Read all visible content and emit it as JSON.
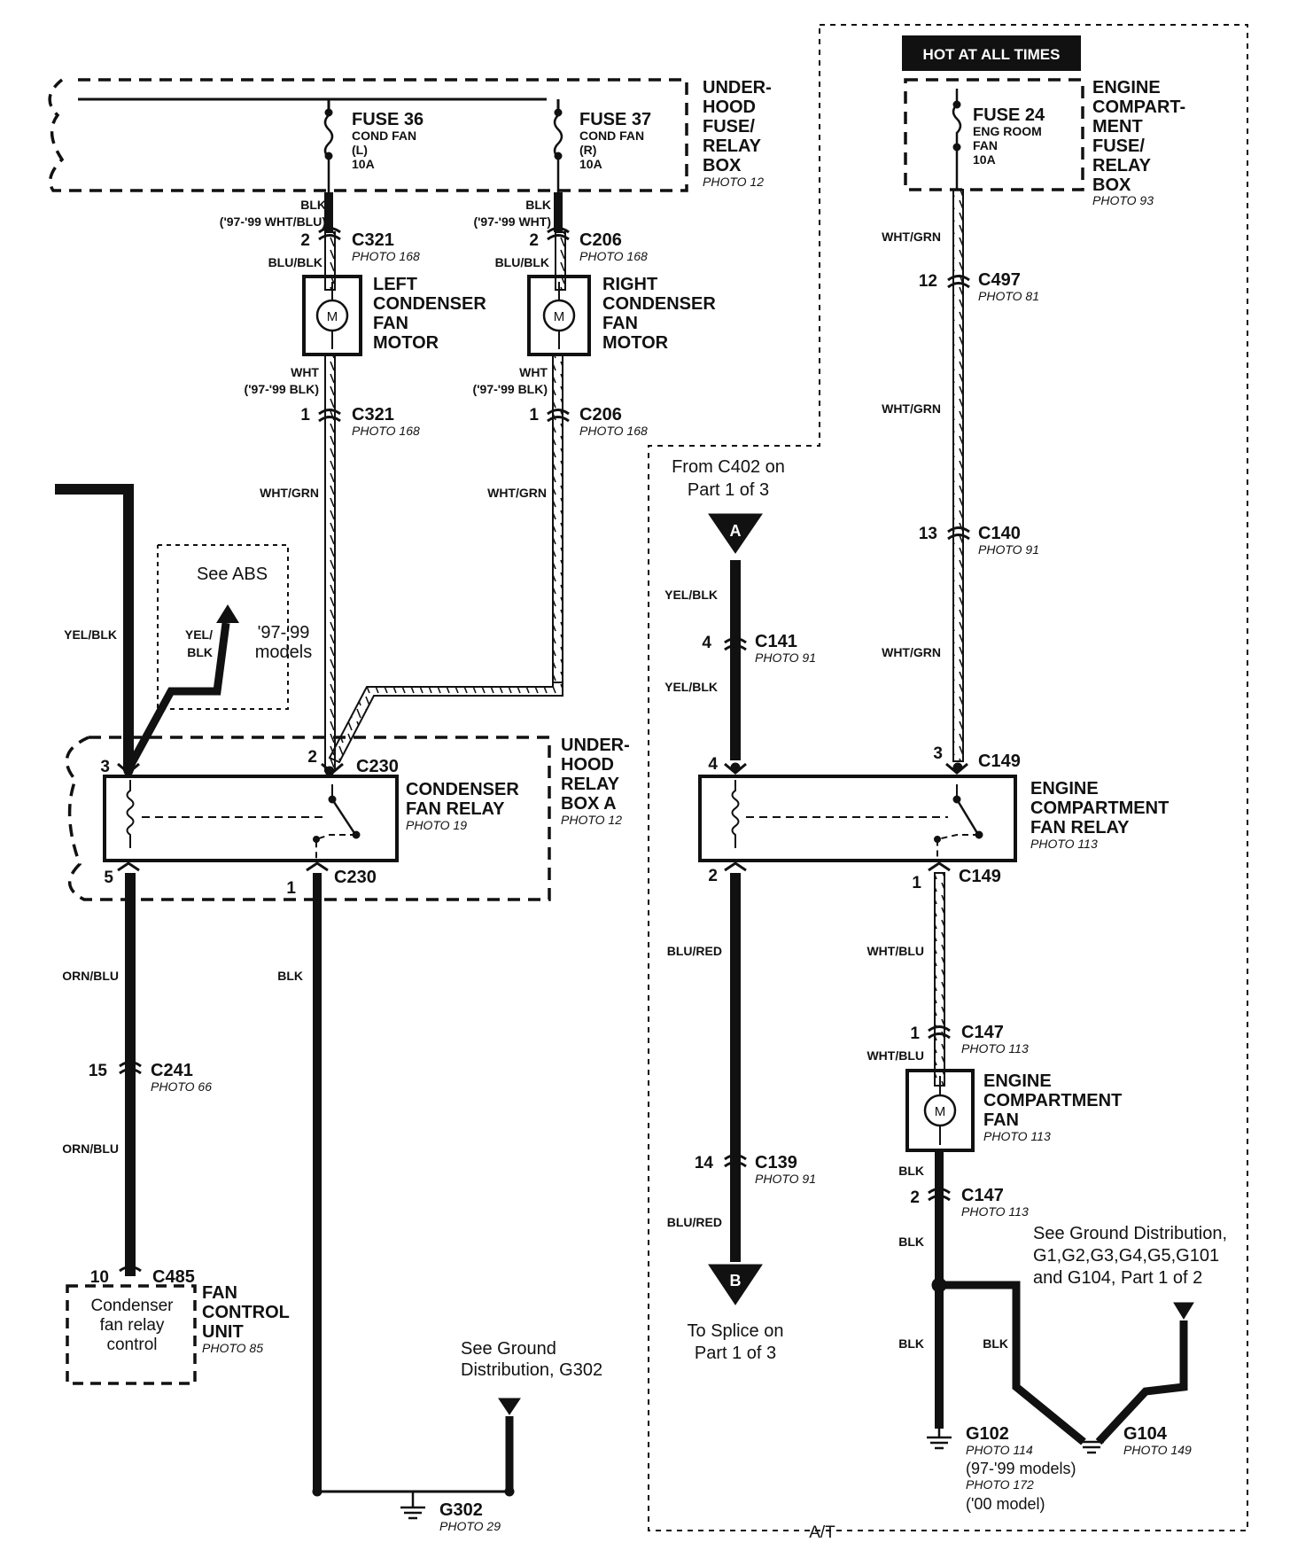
{
  "header": {
    "hot_at_all_times": "HOT AT ALL TIMES",
    "footer_at": "A/T"
  },
  "boxes": {
    "underhood_fuse_relay": {
      "l1": "UNDER-",
      "l2": "HOOD",
      "l3": "FUSE/",
      "l4": "RELAY",
      "l5": "BOX",
      "photo": "PHOTO 12"
    },
    "engine_compartment_fuse_relay": {
      "l1": "ENGINE",
      "l2": "COMPART-",
      "l3": "MENT",
      "l4": "FUSE/",
      "l5": "RELAY",
      "l6": "BOX",
      "photo": "PHOTO 93"
    },
    "underhood_relay_box_a": {
      "l1": "UNDER-",
      "l2": "HOOD",
      "l3": "RELAY",
      "l4": "BOX A",
      "photo": "PHOTO 12"
    }
  },
  "fuses": {
    "f36": {
      "name": "FUSE 36",
      "l1": "COND FAN",
      "l2": "(L)",
      "l3": "10A"
    },
    "f37": {
      "name": "FUSE 37",
      "l1": "COND FAN",
      "l2": "(R)",
      "l3": "10A"
    },
    "f24": {
      "name": "FUSE 24",
      "l1": "ENG ROOM",
      "l2": "FAN",
      "l3": "10A"
    }
  },
  "components": {
    "left_motor": {
      "l1": "LEFT",
      "l2": "CONDENSER",
      "l3": "FAN",
      "l4": "MOTOR",
      "glyph": "M"
    },
    "right_motor": {
      "l1": "RIGHT",
      "l2": "CONDENSER",
      "l3": "FAN",
      "l4": "MOTOR",
      "glyph": "M"
    },
    "cond_relay": {
      "l1": "CONDENSER",
      "l2": "FAN RELAY",
      "photo": "PHOTO 19"
    },
    "eng_relay": {
      "l1": "ENGINE",
      "l2": "COMPARTMENT",
      "l3": "FAN RELAY",
      "photo": "PHOTO 113"
    },
    "eng_fan": {
      "l1": "ENGINE",
      "l2": "COMPARTMENT",
      "l3": "FAN",
      "photo": "PHOTO 113",
      "glyph": "M"
    },
    "fan_control": {
      "i1": "Condenser",
      "i2": "fan relay",
      "i3": "control",
      "l1": "FAN",
      "l2": "CONTROL",
      "l3": "UNIT",
      "photo": "PHOTO 85"
    }
  },
  "connectors": {
    "c321_top": {
      "pin": "2",
      "name": "C321",
      "photo": "PHOTO 168"
    },
    "c321_bot": {
      "pin": "1",
      "name": "C321",
      "photo": "PHOTO 168"
    },
    "c206_top": {
      "pin": "2",
      "name": "C206",
      "photo": "PHOTO 168"
    },
    "c206_bot": {
      "pin": "1",
      "name": "C206",
      "photo": "PHOTO 168"
    },
    "c497": {
      "pin": "12",
      "name": "C497",
      "photo": "PHOTO 81"
    },
    "c140": {
      "pin": "13",
      "name": "C140",
      "photo": "PHOTO 91"
    },
    "c141": {
      "pin": "4",
      "name": "C141",
      "photo": "PHOTO 91"
    },
    "c149_top": {
      "pin_a": "4",
      "pin_b": "3",
      "name": "C149"
    },
    "c149_bot": {
      "pin_a": "2",
      "pin_b": "1",
      "name": "C149"
    },
    "c230_top": {
      "pin_a": "3",
      "pin_b": "2",
      "name": "C230"
    },
    "c230_bot": {
      "pin_a": "5",
      "pin_b": "1",
      "name": "C230"
    },
    "c241": {
      "pin": "15",
      "name": "C241",
      "photo": "PHOTO 66"
    },
    "c485": {
      "pin": "10",
      "name": "C485"
    },
    "c147_top": {
      "pin": "1",
      "name": "C147",
      "photo": "PHOTO 113"
    },
    "c147_bot": {
      "pin": "2",
      "name": "C147",
      "photo": "PHOTO 113"
    },
    "c139": {
      "pin": "14",
      "name": "C139",
      "photo": "PHOTO 91"
    }
  },
  "wires": {
    "blk": "BLK",
    "wht_blu_97": "('97-'99 WHT/BLU)",
    "wht_97": "('97-'99 WHT)",
    "blu_blk": "BLU/BLK",
    "wht": "WHT",
    "blk_97": "('97-'99 BLK)",
    "wht_grn": "WHT/GRN",
    "yel_blk": "YEL/BLK",
    "yel": "YEL/",
    "blk2": "BLK",
    "orn_blu": "ORN/BLU",
    "blu_red": "BLU/RED",
    "wht_blu": "WHT/BLU"
  },
  "notes": {
    "see_abs": "See ABS",
    "models_97_99_a": "'97-'99",
    "models_97_99_b": "models",
    "from_c402_a": "From C402 on",
    "from_c402_b": "Part 1 of 3",
    "to_splice_a": "To Splice on",
    "to_splice_b": "Part 1 of 3",
    "gnd_g302_a": "See Ground",
    "gnd_g302_b": "Distribution, G302",
    "gnd_dist_a": "See Ground Distribution,",
    "gnd_dist_b": "G1,G2,G3,G4,G5,G101",
    "gnd_dist_c": "and G104, Part 1 of 2",
    "arrow_a": "A",
    "arrow_b": "B"
  },
  "grounds": {
    "g302": {
      "name": "G302",
      "photo": "PHOTO 29"
    },
    "g102": {
      "name": "G102",
      "photo": "PHOTO 114",
      "m1": "(97-'99 models)",
      "photo2": "PHOTO 172",
      "m2": "('00 model)"
    },
    "g104": {
      "name": "G104",
      "photo": "PHOTO 149"
    }
  }
}
